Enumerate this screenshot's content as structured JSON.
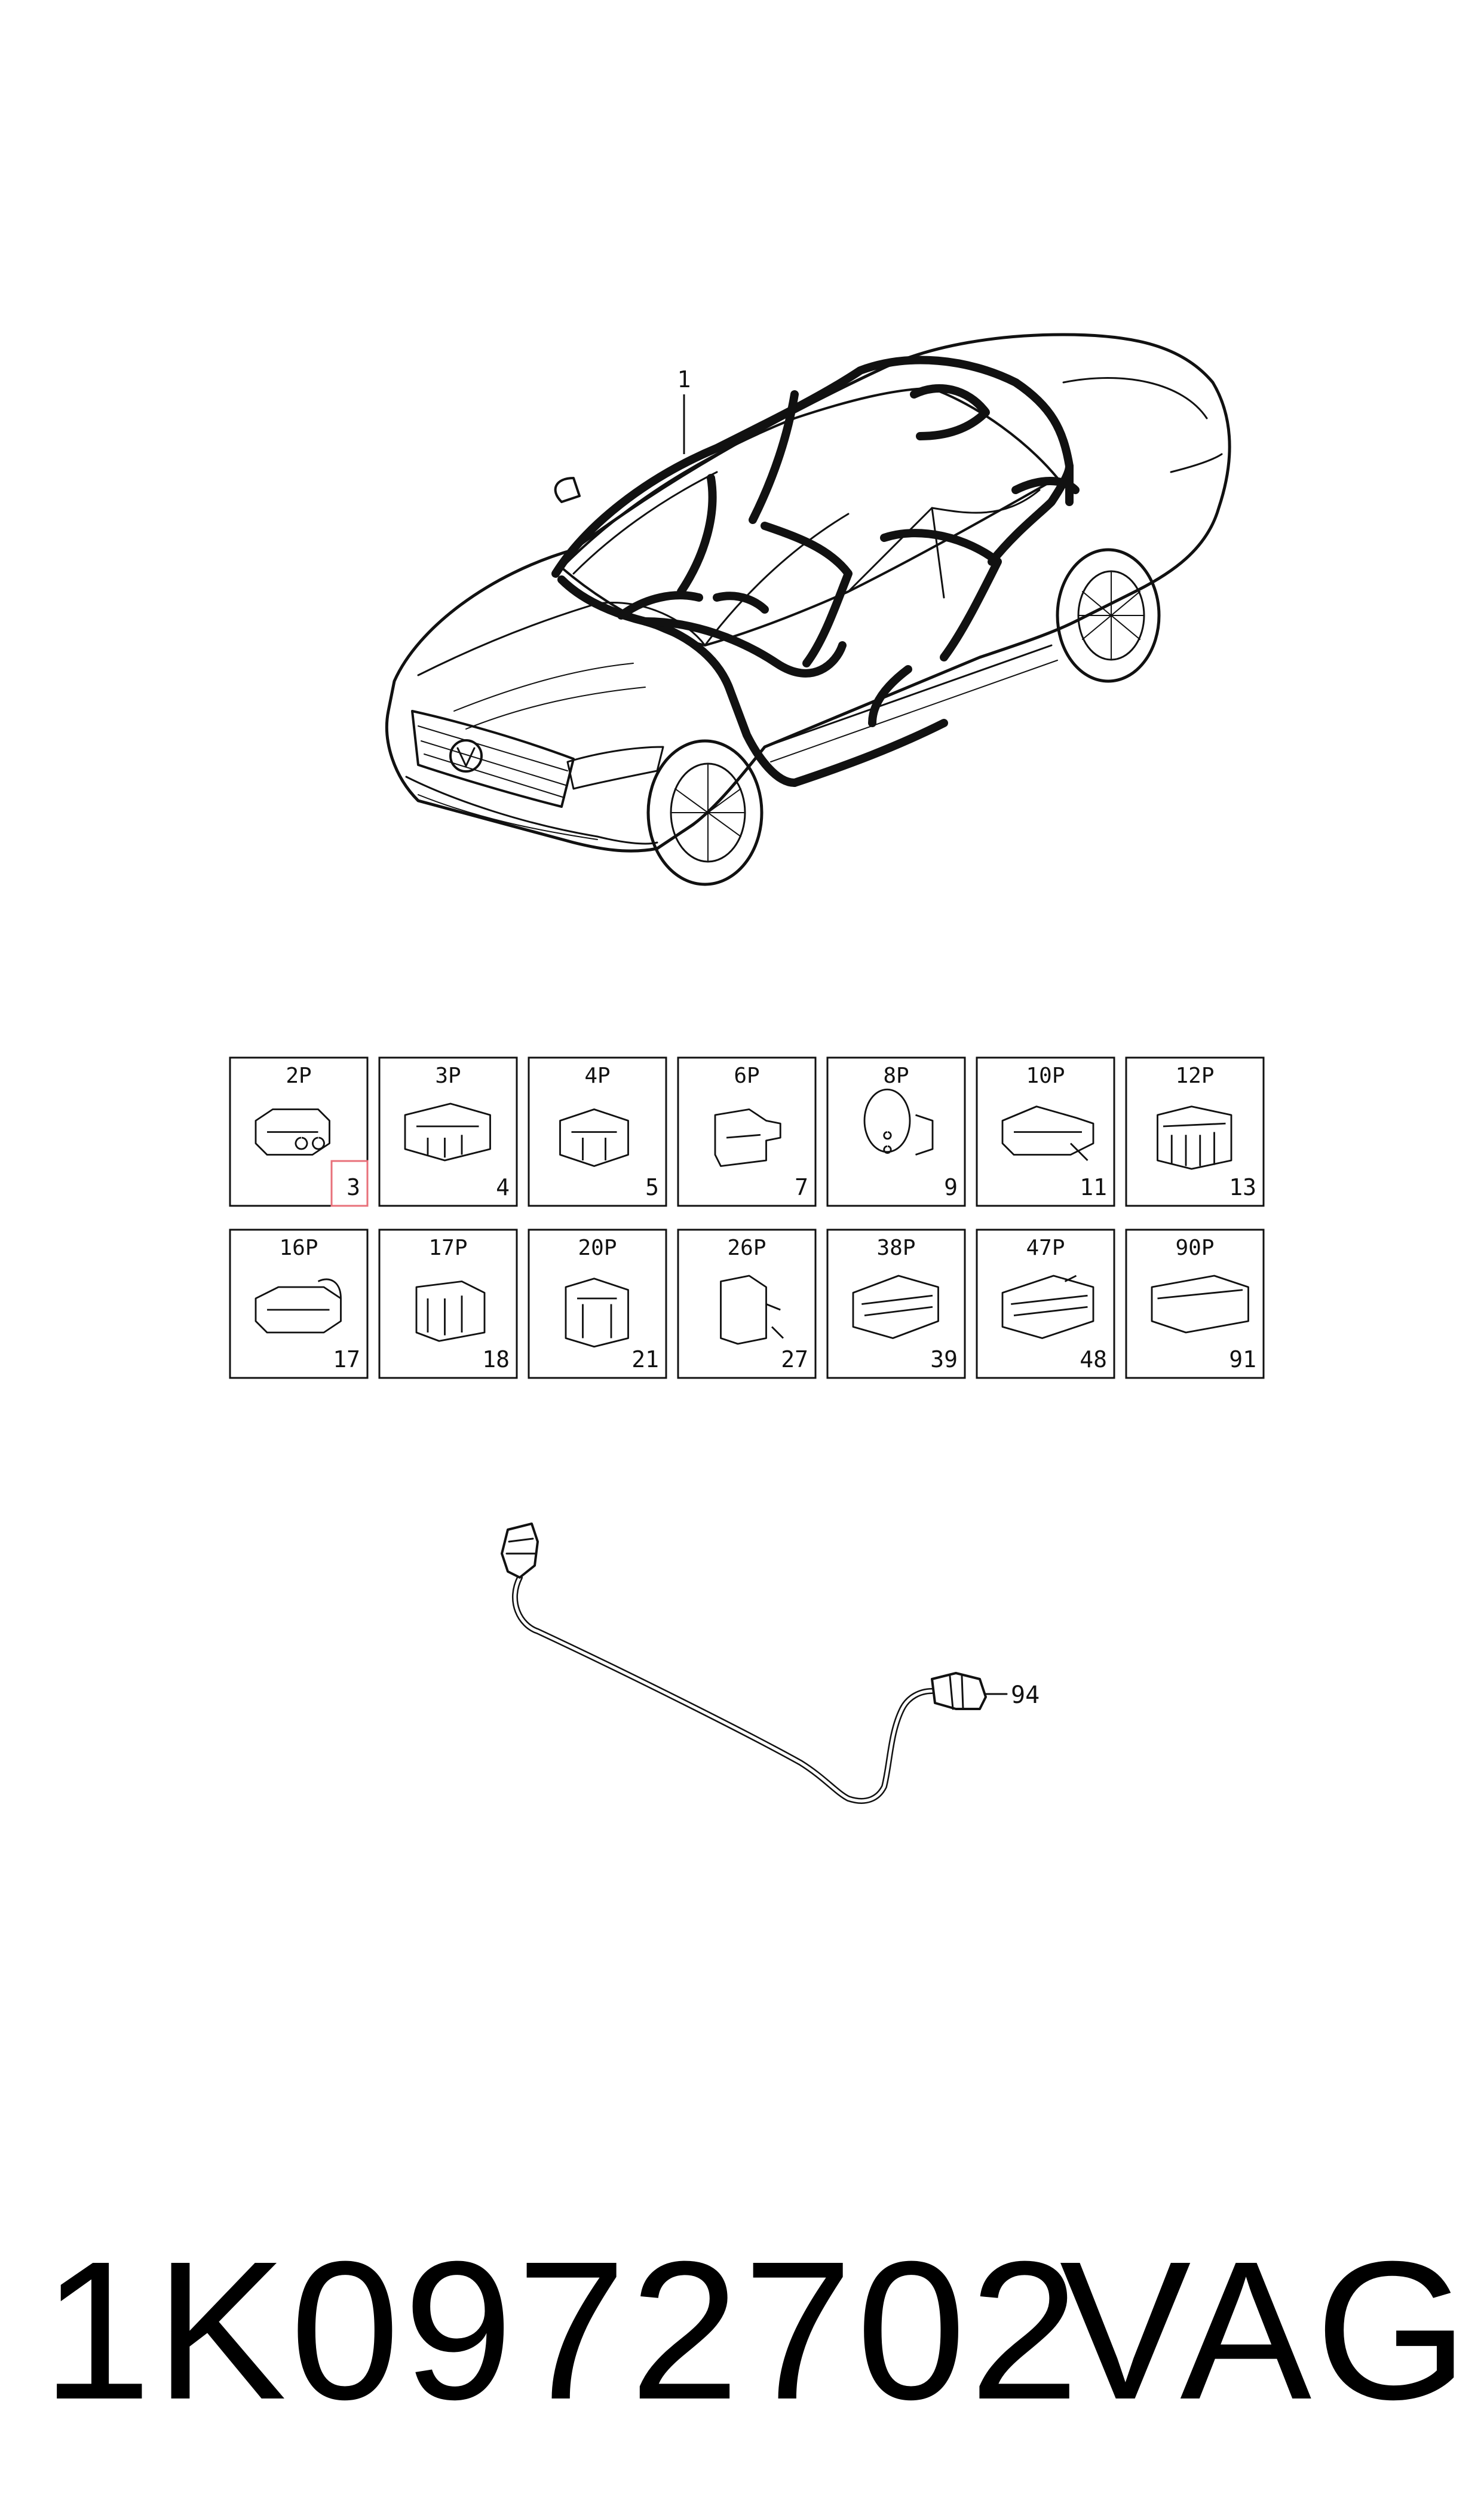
{
  "car": {
    "callout": "1"
  },
  "connectors": [
    {
      "pins": "2P",
      "ref": "3",
      "highlighted": true
    },
    {
      "pins": "3P",
      "ref": "4"
    },
    {
      "pins": "4P",
      "ref": "5"
    },
    {
      "pins": "6P",
      "ref": "7"
    },
    {
      "pins": "8P",
      "ref": "9"
    },
    {
      "pins": "10P",
      "ref": "11"
    },
    {
      "pins": "12P",
      "ref": "13"
    },
    {
      "pins": "16P",
      "ref": "17"
    },
    {
      "pins": "17P",
      "ref": "18"
    },
    {
      "pins": "20P",
      "ref": "21"
    },
    {
      "pins": "26P",
      "ref": "27"
    },
    {
      "pins": "38P",
      "ref": "39"
    },
    {
      "pins": "47P",
      "ref": "48"
    },
    {
      "pins": "90P",
      "ref": "91"
    }
  ],
  "cable": {
    "callout": "94"
  },
  "footer": {
    "part_number": "1K0972702",
    "brand": "VAG"
  },
  "colors": {
    "line": "#111111",
    "highlight": "#e8707a"
  }
}
